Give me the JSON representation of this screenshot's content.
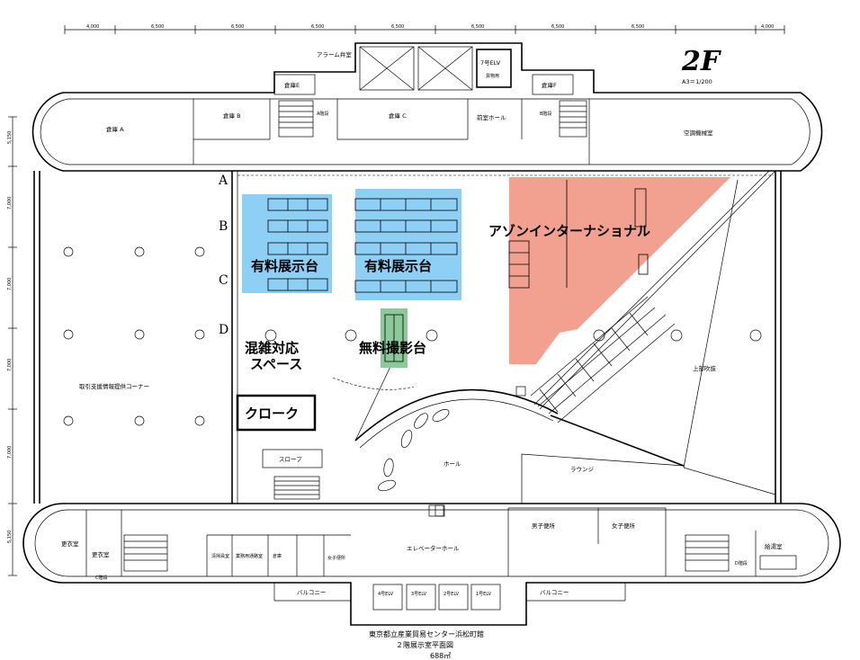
{
  "header": {
    "floor": "2F",
    "scale": "A3＝1/200",
    "dimensions": [
      "4,000",
      "6,500",
      "6,500",
      "6,500",
      "6,500",
      "6,500",
      "6,500",
      "6,500",
      "4,000"
    ],
    "side_dimensions": [
      "5,150",
      "7,000",
      "7,000",
      "7,000",
      "7,000",
      "5,150"
    ]
  },
  "grid_labels": [
    "A",
    "B",
    "C",
    "D"
  ],
  "rooms": {
    "alarm": "アラーム弁室",
    "elv7": "7号ELV",
    "cargo": "貨物用",
    "warehouse_e": "倉庫E",
    "warehouse_f": "倉庫F",
    "warehouse_a": "倉庫 A",
    "warehouse_b": "倉庫 B",
    "warehouse_c": "倉庫 C",
    "prep_hall": "前室ホール",
    "ac_room": "空調機械室",
    "trade_corner": "取引支援情報提供コーナー",
    "atrium": "上部吹抜",
    "hall": "ホール",
    "lounge": "ラウンジ",
    "slope": "スロープ",
    "mens_restroom": "男子便所",
    "womens_restroom": "女子便所",
    "elevator_hall": "エレベーターホール",
    "balcony": "バルコニー",
    "locker_1": "更衣室",
    "locker_2": "更衣室",
    "stair_c": "C階段",
    "stair_d": "D階段",
    "stair_a": "A階段",
    "stair_b": "B階段",
    "cleaning": "清掃員室",
    "office": "業務用通路室",
    "storage": "倉庫",
    "wc_f": "女子便所",
    "elv4": "4号ELV",
    "elv3": "3号ELV",
    "elv2": "2号ELV",
    "elv1": "1号ELV",
    "pipe": "給湯室",
    "stair_b_label": "B階段"
  },
  "overlays": {
    "paid_1": "有料展示台",
    "paid_2": "有料展示台",
    "free_photo": "無料撮影台",
    "crowd_1": "混雑対応",
    "crowd_2": "スペース",
    "cloak": "クローク",
    "azone": "アゾンインターナショナル"
  },
  "colors": {
    "paid_blue": "#8ecff5",
    "free_green": "#8cc99a",
    "azone_red": "#f2a08f"
  },
  "footer": {
    "line1": "東京都立産業貿易センター浜松町館",
    "line2": "２階展示室平面図",
    "line3": "688㎡"
  }
}
